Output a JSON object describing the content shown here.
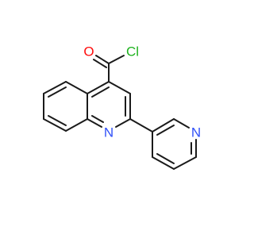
{
  "molecule": {
    "atoms": {
      "O": {
        "label": "O",
        "color": "#ff0d0d"
      },
      "Cl": {
        "label": "Cl",
        "color": "#1fb31f"
      },
      "N1": {
        "label": "N",
        "color": "#3050f8"
      },
      "N2": {
        "label": "N",
        "color": "#3050f8"
      }
    }
  }
}
